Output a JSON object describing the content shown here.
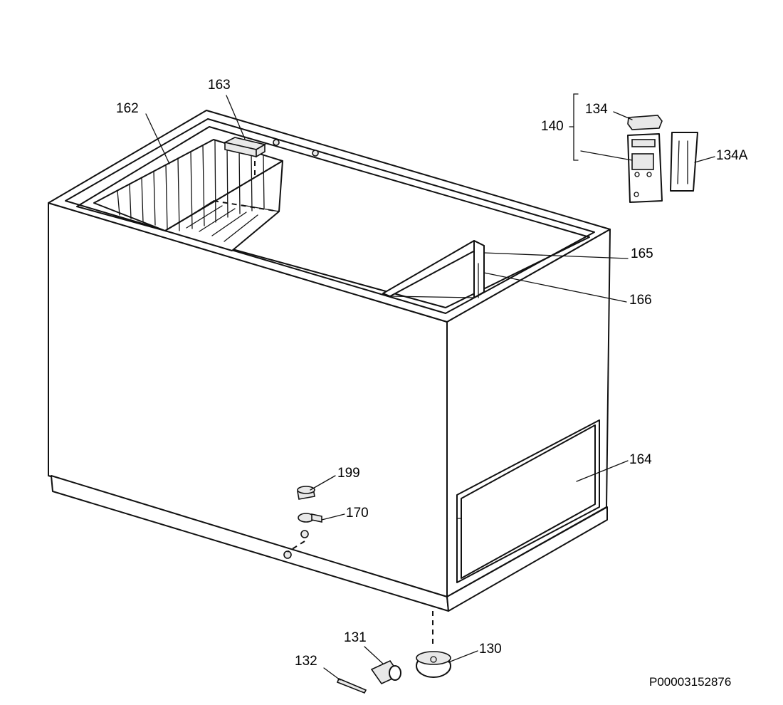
{
  "diagram": {
    "reference_code": "P00003152876",
    "labels": [
      {
        "id": "163",
        "text": "163"
      },
      {
        "id": "162",
        "text": "162"
      },
      {
        "id": "134",
        "text": "134"
      },
      {
        "id": "140",
        "text": "140"
      },
      {
        "id": "134A",
        "text": "134A"
      },
      {
        "id": "165",
        "text": "165"
      },
      {
        "id": "166",
        "text": "166"
      },
      {
        "id": "164",
        "text": "164"
      },
      {
        "id": "199",
        "text": "199"
      },
      {
        "id": "170",
        "text": "170"
      },
      {
        "id": "131",
        "text": "131"
      },
      {
        "id": "130",
        "text": "130"
      },
      {
        "id": "132",
        "text": "132"
      }
    ]
  }
}
